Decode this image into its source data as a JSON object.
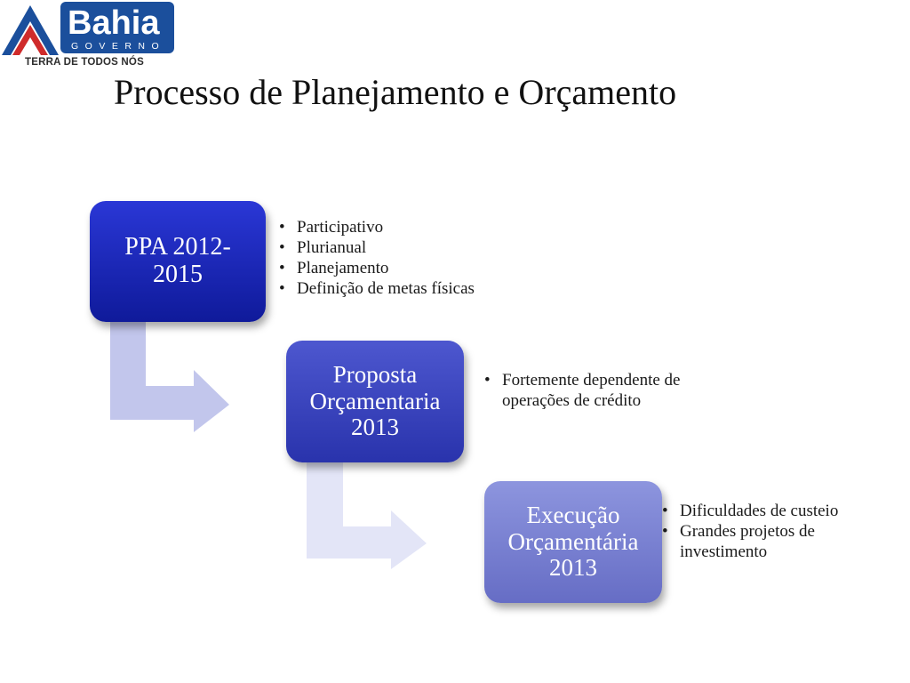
{
  "logo": {
    "brand": "Bahia",
    "subbrand": "GOVERNO",
    "tagline": "TERRA DE TODOS NÓS"
  },
  "title": "Processo de Planejamento e Orçamento",
  "colors": {
    "box1": "#1a25b8",
    "box2": "#3a44bf",
    "box3": "#7a81d2",
    "arrow1": "#c2c6ec",
    "arrow2": "#e3e5f7"
  },
  "steps": [
    {
      "label": "PPA 2012-\n2015",
      "bullets": [
        "Participativo",
        "Plurianual",
        "Planejamento",
        "Definição de metas físicas"
      ]
    },
    {
      "label": "Proposta\nOrçamentaria\n2013",
      "bullets": [
        "Fortemente dependente de operações de crédito"
      ]
    },
    {
      "label": "Execução\nOrçamentária\n2013",
      "bullets": [
        "Dificuldades de custeio",
        "Grandes projetos de investimento"
      ]
    }
  ]
}
